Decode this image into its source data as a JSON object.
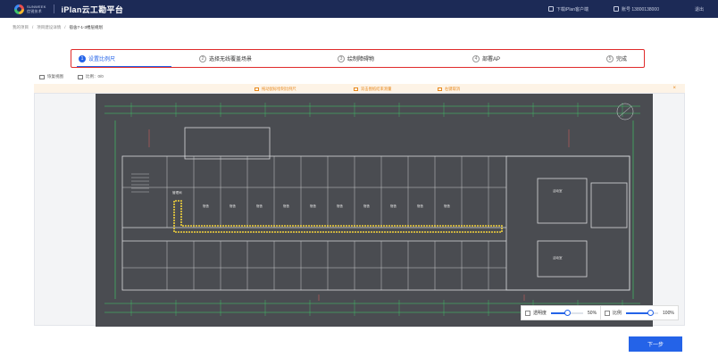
{
  "header": {
    "logo_main": "SUNWEEK",
    "logo_sub": "信锐技术",
    "app_title": "iPlan云工勘平台",
    "download": "下载iPlan客户端",
    "account": "账号 13800138000",
    "logout": "退出"
  },
  "breadcrumb": [
    "我的项目",
    "/",
    "项目建设详情",
    "/",
    "宿舍7-1-3楼层规划"
  ],
  "steps": [
    {
      "num": "1",
      "label": "设置比例尺"
    },
    {
      "num": "2",
      "label": "选择无线覆盖场景"
    },
    {
      "num": "3",
      "label": "绘制障碍物"
    },
    {
      "num": "4",
      "label": "部署AP"
    },
    {
      "num": "5",
      "label": "完成"
    }
  ],
  "toolbar": {
    "reset_view": "恢复视图",
    "scale_label": "比例：0/0"
  },
  "tips": [
    "拖动鼠标绘制比例尺",
    "双击图纸结束测量",
    "右键取消"
  ],
  "controls": {
    "opacity_label": "透明度",
    "opacity_value": "50%",
    "ratio_label": "比例",
    "ratio_value": "100%",
    "opacity_fraction": 0.5,
    "ratio_fraction": 0.75
  },
  "room_labels": [
    "管理间",
    "宿舍",
    "宿舍",
    "宿舍",
    "宿舍",
    "宿舍",
    "宿舍",
    "宿舍",
    "宿舍",
    "宿舍",
    "宿舍",
    "活动室",
    "活动室"
  ],
  "next_button": "下一步",
  "colors": {
    "header_bg": "#1c2a56",
    "accent": "#2463e8",
    "highlight": "#e02b2b",
    "tip_text": "#e8891e",
    "plan_bg": "#4a4c51"
  }
}
